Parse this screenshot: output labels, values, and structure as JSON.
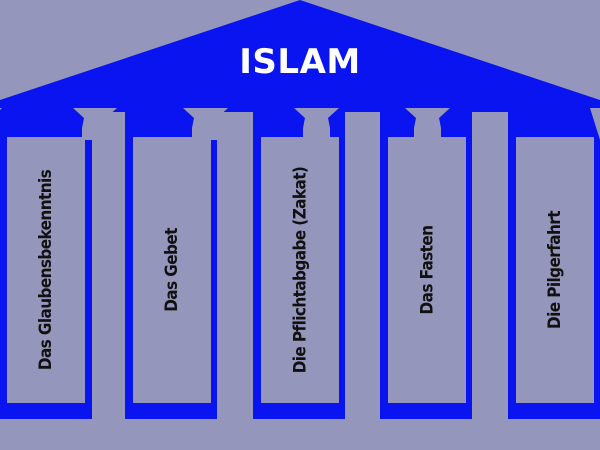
{
  "diagram": {
    "title": "ISLAM",
    "colors": {
      "background": "#9497bb",
      "structure": "#0a14f0",
      "title_text": "#ffffff",
      "label_text": "#111111"
    },
    "pillars": [
      {
        "label": "Das Glaubensbekenntnis"
      },
      {
        "label": "Das Gebet"
      },
      {
        "label": "Die Pflichtabgabe (Zakat)"
      },
      {
        "label": "Das Fasten"
      },
      {
        "label": "Die Pilgerfahrt"
      }
    ]
  }
}
